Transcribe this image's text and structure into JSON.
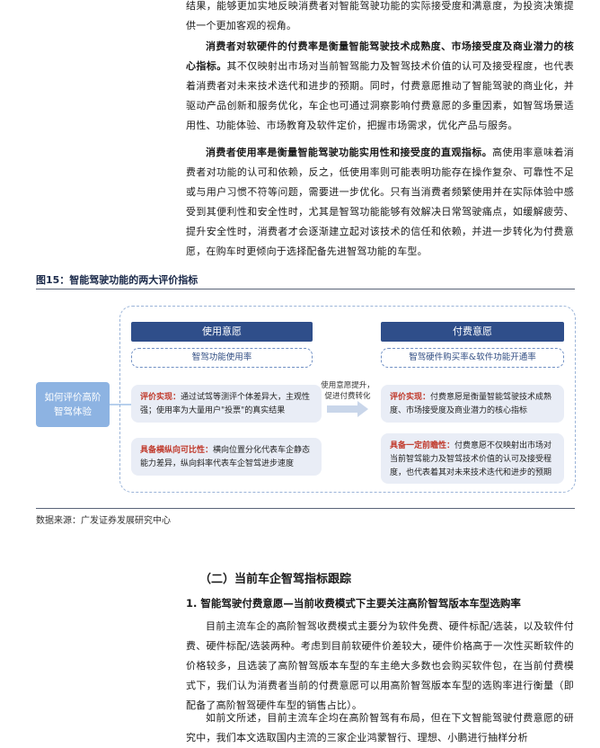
{
  "top_text": {
    "p0": "结果，能够更加实地反映消费者对智能驾驶功能的实际接受度和满意度，为投资决策提供一个更加客观的视角。",
    "p1_bold": "消费者对软硬件的付费率是衡量智能驾驶技术成熟度、市场接受度及商业潜力的核心指标。",
    "p1_rest": "其不仅映射出市场对当前智驾能力及智驾技术价值的认可及接受程度，也代表着消费者对未来技术迭代和进步的预期。同时，付费意愿推动了智能驾驶的商业化，并驱动产品创新和服务优化，车企也可通过洞察影响付费意愿的多重因素，如智驾场景适用性、功能体验、市场教育及软件定价，把握市场需求，优化产品与服务。",
    "p2_bold": "消费者使用率是衡量智能驾驶功能实用性和接受度的直观指标。",
    "p2_rest": "高使用率意味着消费者对功能的认可和依赖，反之，低使用率则可能表明功能存在操作复杂、可靠性不足或与用户习惯不符等问题，需要进一步优化。只有当消费者频繁使用并在实际体验中感受到其便利性和安全性时，尤其是智驾功能能够有效解决日常驾驶痛点，如缓解疲劳、提升安全性时，消费者才会逐渐建立起对该技术的信任和依赖，并进一步转化为付费意愿，在购车时更倾向于选择配备先进智驾功能的车型。"
  },
  "figure": {
    "title": "图15：智能驾驶功能的两大评价指标",
    "source": "数据来源：广发证券发展研究中心",
    "left_label": "如何评价高阶智驾体验",
    "left_col": {
      "header": "使用意愿",
      "pill": "智驾功能使用率",
      "card1_red": "评价实现：",
      "card1_text": "通过试驾等测评个体差异大，主观性强；使用率为大量用户\"投票\"的真实结果",
      "card2_red": "具备横纵向可比性：",
      "card2_text": "横向位置分化代表车企静态能力差异，纵向斜率代表车企智驾进步速度"
    },
    "arrow_label": "使用意愿提升，促进付费转化",
    "right_col": {
      "header": "付费意愿",
      "pill": "智驾硬件购买率&软件功能开通率",
      "card1_red": "评价实现：",
      "card1_text": "付费意愿是衡量智能驾驶技术成熟度、市场接受度及商业潜力的核心指标",
      "card2_red": "具备一定前瞻性：",
      "card2_text": "付费意愿不仅映射出市场对当前智驾能力及智驾技术价值的认可及接受程度，也代表着其对未来技术迭代和进步的预期"
    }
  },
  "section": {
    "heading": "（二）当前车企智驾指标跟踪",
    "sub_heading": "1. 智能驾驶付费意愿—当前收费模式下主要关注高阶智驾版本车型选购率",
    "p3": "目前主流车企的高阶智驾收费模式主要分为软件免费、硬件标配/选装，以及软件付费、硬件标配/选装两种。考虑到目前软硬件价差较大，硬件价格高于一次性买断软件的价格较多，且选装了高阶智驾版本车型的车主绝大多数也会购买软件包，在当前付费模式下，我们认为消费者当前的付费意愿可以用高阶智驾版本车型的选购率进行衡量（即配备了高阶智驾硬件车型的销售占比）。",
    "p4": "如前文所述，目前主流车企均在高阶智驾有布局，但在下文智能驾驶付费意愿的研究中，我们本文选取国内主流的三家企业鸿蒙智行、理想、小鹏进行抽样分析"
  }
}
